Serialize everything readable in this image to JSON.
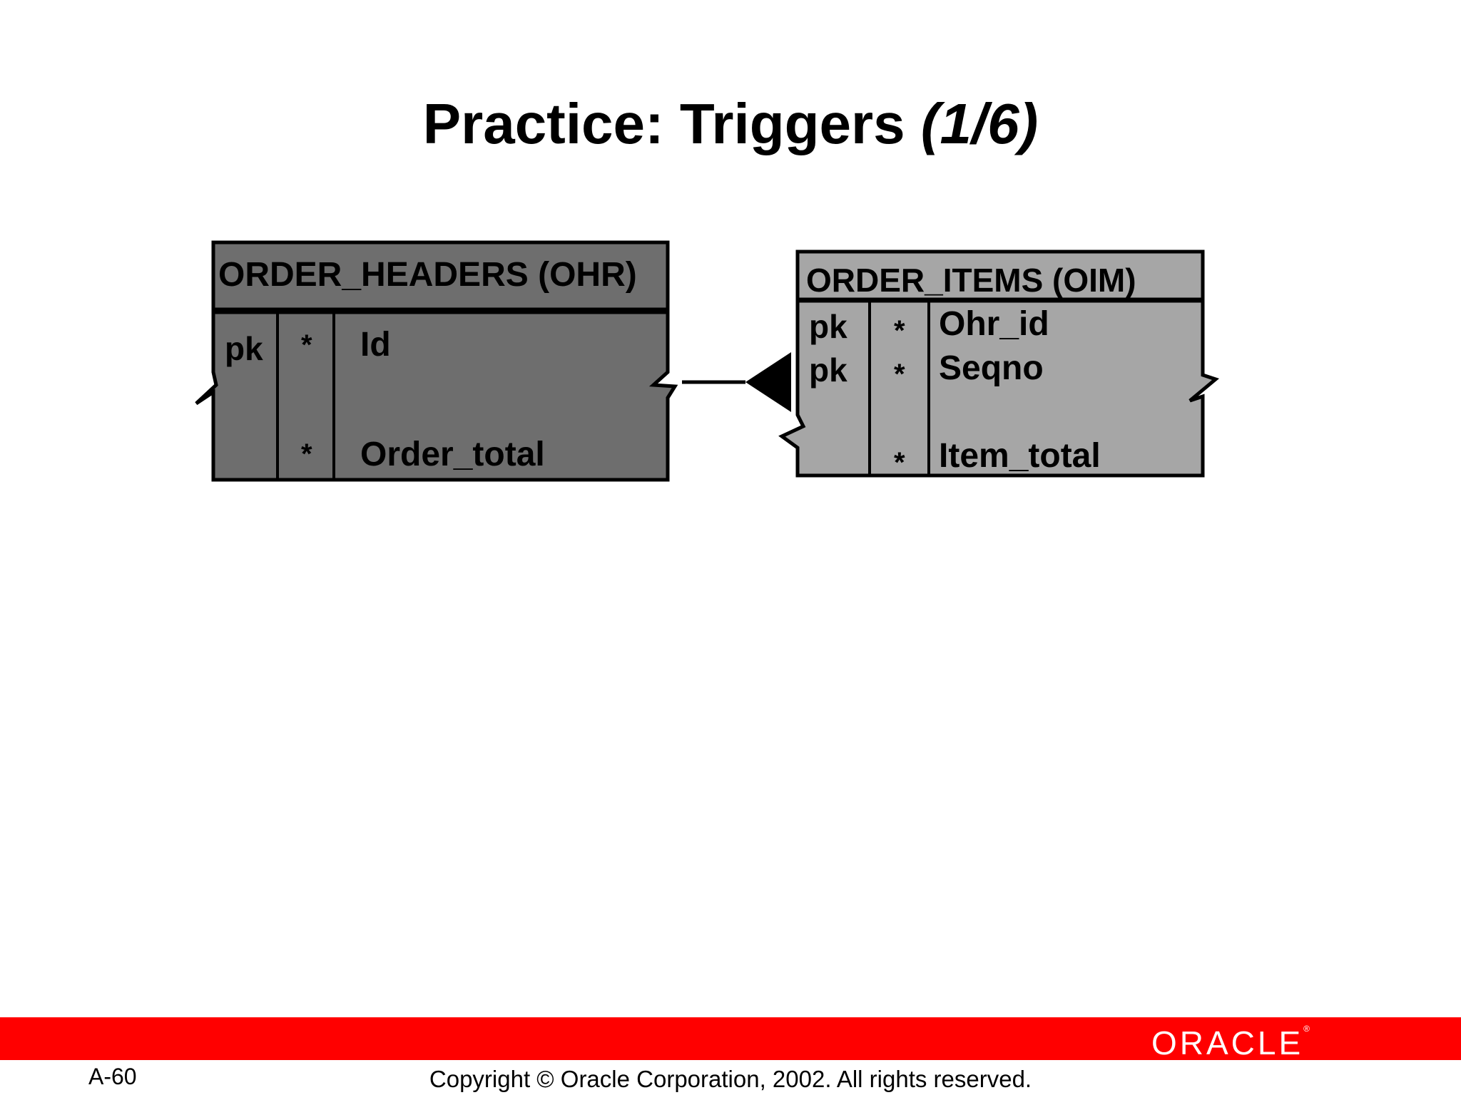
{
  "slide": {
    "title": "Practice: Triggers",
    "title_suffix": "(1/6)",
    "slide_number": "A-60",
    "copyright": "Copyright © Oracle Corporation, 2002. All rights reserved.",
    "logo": "ORACLE"
  },
  "entities": {
    "order_headers": {
      "name": "ORDER_HEADERS (OHR)",
      "fill": "#6e6e6e",
      "columns": [
        {
          "key": "pk",
          "required": "*",
          "name": "Id"
        },
        {
          "key": "",
          "required": "*",
          "name": "Order_total"
        }
      ]
    },
    "order_items": {
      "name": "ORDER_ITEMS (OIM)",
      "fill": "#a6a6a6",
      "columns": [
        {
          "key": "pk",
          "required": "*",
          "name": "Ohr_id"
        },
        {
          "key": "pk",
          "required": "*",
          "name": "Seqno"
        },
        {
          "key": "",
          "required": "*",
          "name": "Item_total"
        }
      ]
    }
  },
  "colors": {
    "band": "#ff0000",
    "logo_text": "#ffffff"
  }
}
